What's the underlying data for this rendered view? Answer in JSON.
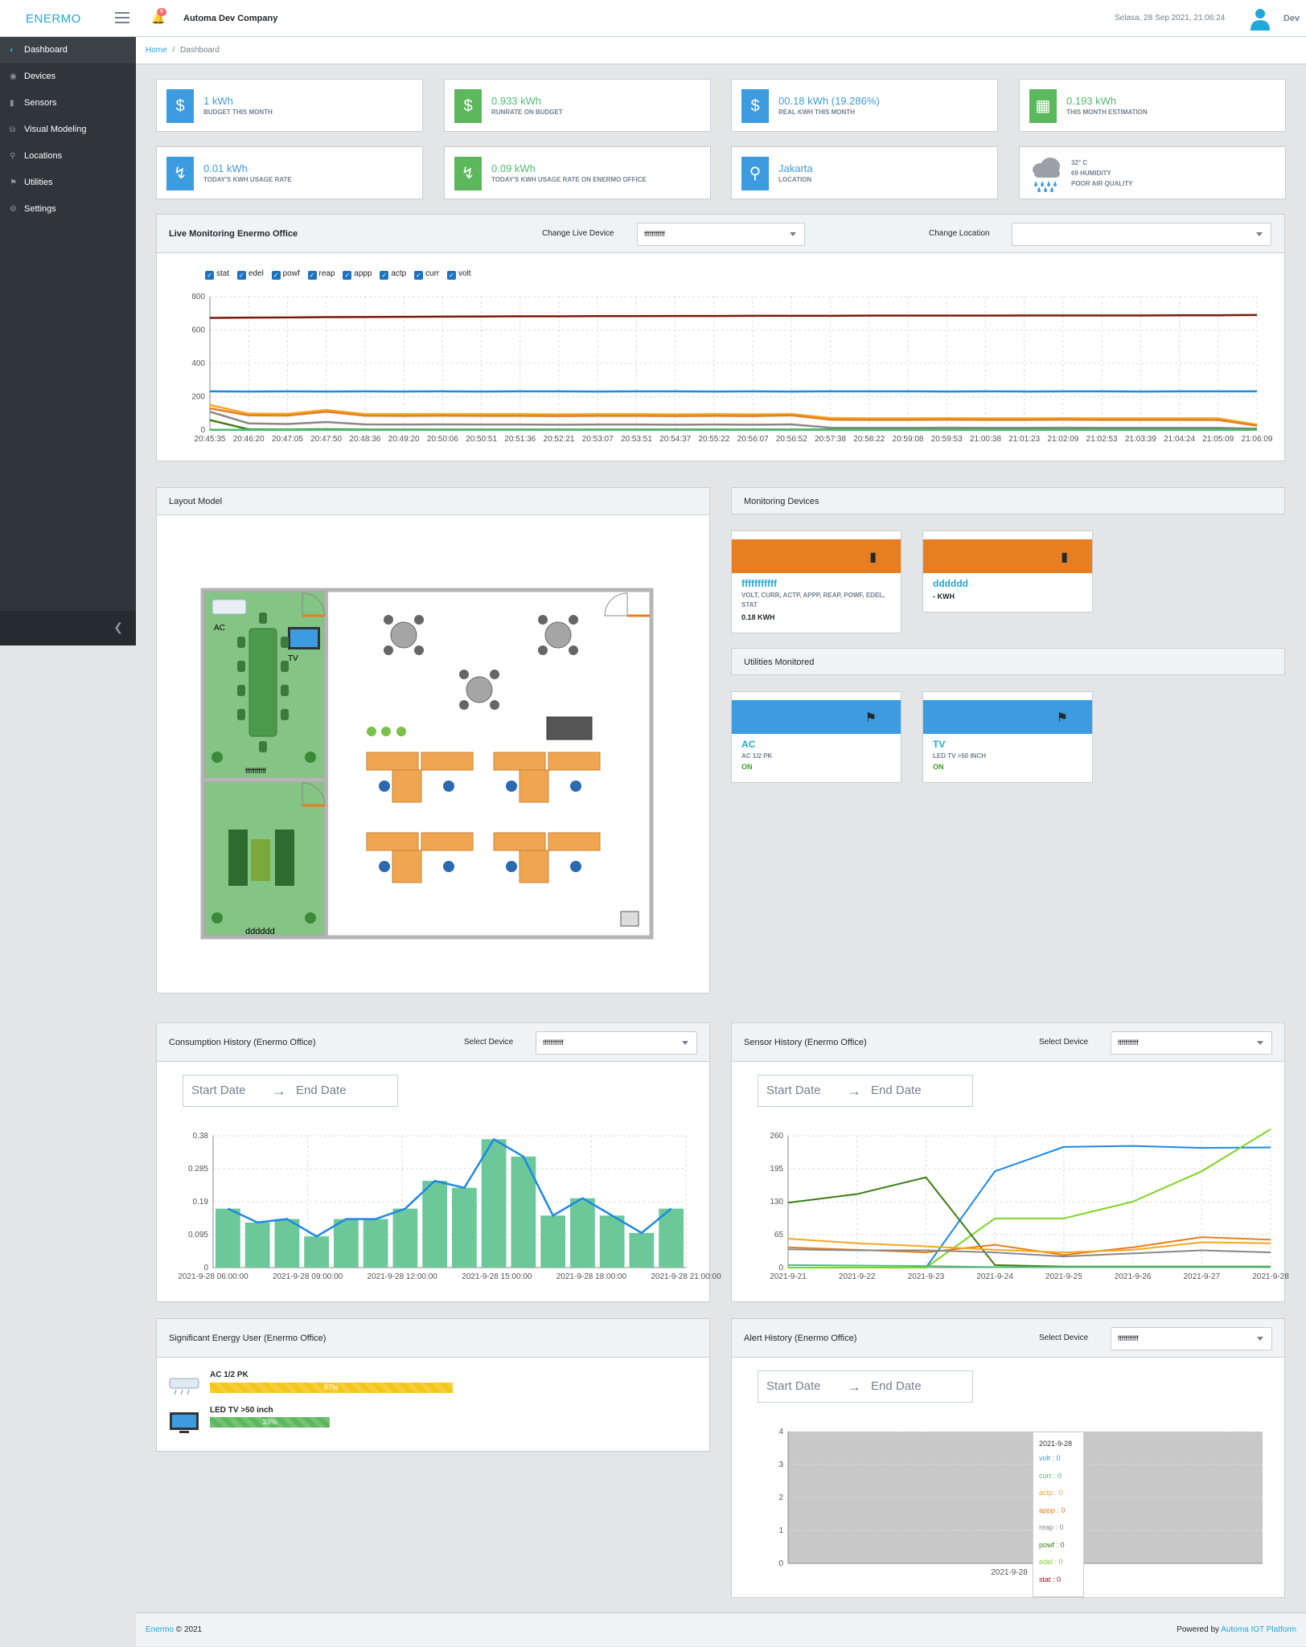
{
  "header": {
    "logo": "ENERMO",
    "notifications": "8",
    "company": "Automa Dev Company",
    "datetime": "Selasa, 28 Sep 2021, 21:06:24",
    "user": "Dev"
  },
  "sidebar": {
    "items": [
      {
        "label": "Dashboard",
        "icon": "gauge-icon",
        "active": true
      },
      {
        "label": "Devices",
        "icon": "device-icon"
      },
      {
        "label": "Sensors",
        "icon": "sensor-icon"
      },
      {
        "label": "Visual Modeling",
        "icon": "model-icon"
      },
      {
        "label": "Locations",
        "icon": "pin-icon"
      },
      {
        "label": "Utilities",
        "icon": "flag-icon"
      },
      {
        "label": "Settings",
        "icon": "cogs-icon"
      }
    ]
  },
  "breadcrumb": {
    "home": "Home",
    "sep": "/",
    "current": "Dashboard"
  },
  "stats": [
    {
      "value": "1 kWh",
      "label": "BUDGET THIS MONTH",
      "icon": "dollar-icon",
      "color": "#3d9be0"
    },
    {
      "value": "0.933 kWh",
      "label": "RUNRATE ON BUDGET",
      "icon": "dollar-icon",
      "color": "#5cb85c"
    },
    {
      "value": "00.18 kWh (19.286%)",
      "label": "REAL KWH THIS MONTH",
      "icon": "dollar-icon",
      "color": "#3d9be0"
    },
    {
      "value": "0.193 kWh",
      "label": "THIS MONTH ESTIMATION",
      "icon": "calculator-icon",
      "color": "#5cb85c"
    },
    {
      "value": "0.01 kWh",
      "label": "TODAY'S KWH USAGE RATE",
      "icon": "bolt-icon",
      "color": "#3d9be0"
    },
    {
      "value": "0.09 kWh",
      "label": "TODAY'S KWH USAGE RATE ON ENERMO OFFICE",
      "icon": "bolt-icon",
      "color": "#5cb85c"
    },
    {
      "value": "Jakarta",
      "label": "LOCATION",
      "icon": "pin-icon",
      "color": "#3d9be0"
    }
  ],
  "weather": {
    "temp": "32° C",
    "humidity": "69 HUMIDITY",
    "air": "POOR AIR QUALITY",
    "icon": "rain-cloud-icon"
  },
  "live": {
    "title": "Live Monitoring Enermo Office",
    "device_label": "Change Live Device",
    "device_value": "fffffffffff",
    "location_label": "Change Location",
    "location_value": ""
  },
  "live_legend": [
    "stat",
    "edel",
    "powf",
    "reap",
    "appp",
    "actp",
    "curr",
    "volt"
  ],
  "layout": {
    "title": "Layout Model",
    "ac": "AC",
    "tv": "TV",
    "room1": "fffffffffff",
    "room2": "dddddd"
  },
  "monitoring": {
    "title": "Monitoring Devices",
    "devices": [
      {
        "name": "fffffffffff",
        "sub": "VOLT, CURR, ACTP, APPP, REAP, POWF, EDEL, STAT",
        "value": "0.18 KWH"
      },
      {
        "name": "dddddd",
        "sub": "",
        "value": "- KWH"
      }
    ]
  },
  "utilities": {
    "title": "Utilities Monitored",
    "items": [
      {
        "name": "AC",
        "sub": "AC 1/2 PK",
        "status": "ON"
      },
      {
        "name": "TV",
        "sub": "LED TV >50 INCH",
        "status": "ON"
      }
    ]
  },
  "consumption": {
    "title": "Consumption History (Enermo Office)",
    "select_label": "Select Device",
    "select_value": "fffffffffff",
    "start": "Start Date",
    "arrow": "→",
    "end": "End Date"
  },
  "sensor": {
    "title": "Sensor History (Enermo Office)",
    "select_label": "Select Device",
    "select_value": "fffffffffff",
    "start": "Start Date",
    "arrow": "→",
    "end": "End Date"
  },
  "seu": {
    "title": "Significant Energy User (Enermo Office)",
    "items": [
      {
        "name": "AC 1/2 PK",
        "percent": 67,
        "label": "67%",
        "color": "#f5c518"
      },
      {
        "name": "LED TV >50 inch",
        "percent": 33,
        "label": "33%",
        "color": "#5cb85c"
      }
    ]
  },
  "alert": {
    "title": "Alert History (Enermo Office)",
    "select_label": "Select Device",
    "select_value": "fffffffffff",
    "start": "Start Date",
    "arrow": "→",
    "end": "End Date",
    "tooltip": {
      "date": "2021-9-28",
      "rows": [
        {
          "name": "volt",
          "value": "0",
          "color": "#3d9be0"
        },
        {
          "name": "curr",
          "value": "0",
          "color": "#4dbd74"
        },
        {
          "name": "actp",
          "value": "0",
          "color": "#f5a623"
        },
        {
          "name": "appp",
          "value": "0",
          "color": "#e67e22"
        },
        {
          "name": "reap",
          "value": "0",
          "color": "#888888"
        },
        {
          "name": "powf",
          "value": "0",
          "color": "#3a7d12"
        },
        {
          "name": "edel",
          "value": "0",
          "color": "#7ed321"
        },
        {
          "name": "stat",
          "value": "0",
          "color": "#a01010"
        }
      ]
    }
  },
  "footer": {
    "brand": "Enermo",
    "copy": "© 2021",
    "powered": "Powered by",
    "platform": "Automa IOT Platform"
  },
  "chart_data": [
    {
      "type": "line",
      "id": "live",
      "x": [
        "20:45:35",
        "20:46:20",
        "20:47:05",
        "20:47:50",
        "20:48:36",
        "20:49:20",
        "20:50:06",
        "20:50:51",
        "20:51:36",
        "20:52:21",
        "20:53:07",
        "20:53:51",
        "20:54:37",
        "20:55:22",
        "20:56:07",
        "20:56:52",
        "20:57:38",
        "20:58:22",
        "20:59:08",
        "20:59:53",
        "21:00:38",
        "21:01:23",
        "21:02:09",
        "21:02:53",
        "21:03:39",
        "21:04:24",
        "21:05:09",
        "21:06:09"
      ],
      "ylim": [
        0,
        800
      ],
      "yticks": [
        0,
        200,
        400,
        600,
        800
      ],
      "grid": true,
      "series": [
        {
          "name": "stat",
          "color": "#7b1a0a",
          "values": [
            672,
            674,
            675,
            677,
            678,
            679,
            680,
            681,
            682,
            682,
            683,
            683,
            684,
            684,
            685,
            685,
            685,
            686,
            686,
            686,
            686,
            687,
            687,
            687,
            687,
            688,
            688,
            690
          ]
        },
        {
          "name": "volt",
          "color": "#1e88e5",
          "values": [
            232,
            231,
            232,
            231,
            232,
            231,
            232,
            231,
            232,
            232,
            231,
            232,
            232,
            231,
            232,
            231,
            232,
            232,
            232,
            231,
            232,
            231,
            232,
            232,
            231,
            232,
            232,
            232
          ]
        },
        {
          "name": "actp",
          "color": "#f5a623",
          "values": [
            150,
            98,
            97,
            120,
            96,
            95,
            96,
            95,
            95,
            94,
            95,
            95,
            94,
            95,
            94,
            96,
            72,
            70,
            70,
            71,
            70,
            70,
            71,
            70,
            70,
            70,
            70,
            32
          ]
        },
        {
          "name": "appp",
          "color": "#e67e22",
          "values": [
            130,
            88,
            87,
            110,
            86,
            85,
            86,
            85,
            85,
            84,
            85,
            85,
            84,
            85,
            84,
            88,
            62,
            61,
            61,
            62,
            61,
            61,
            62,
            61,
            61,
            61,
            60,
            26
          ]
        },
        {
          "name": "reap",
          "color": "#888888",
          "values": [
            110,
            40,
            36,
            48,
            34,
            33,
            34,
            33,
            33,
            32,
            33,
            33,
            32,
            33,
            32,
            34,
            14,
            13,
            13,
            14,
            13,
            13,
            14,
            13,
            13,
            13,
            13,
            8
          ]
        },
        {
          "name": "powf",
          "color": "#3a7d12",
          "values": [
            60,
            4,
            3,
            5,
            3,
            3,
            3,
            3,
            3,
            3,
            3,
            3,
            3,
            3,
            3,
            3,
            3,
            3,
            3,
            3,
            3,
            3,
            3,
            3,
            3,
            3,
            3,
            3
          ]
        },
        {
          "name": "edel",
          "color": "#7ed321",
          "values": [
            2,
            1,
            1,
            1,
            1,
            1,
            1,
            1,
            1,
            1,
            1,
            1,
            1,
            1,
            1,
            1,
            1,
            1,
            1,
            1,
            1,
            1,
            1,
            1,
            1,
            1,
            1,
            1
          ]
        },
        {
          "name": "curr",
          "color": "#4dbd74",
          "values": [
            1,
            1,
            1,
            1,
            1,
            1,
            1,
            1,
            1,
            1,
            1,
            1,
            1,
            1,
            1,
            1,
            1,
            1,
            1,
            1,
            1,
            1,
            1,
            1,
            1,
            1,
            1,
            1
          ]
        }
      ]
    },
    {
      "type": "bar",
      "id": "consumption",
      "x": [
        "2021-9-28 06:00:00",
        "2021-9-28 09:00:00",
        "2021-9-28 12:00:00",
        "2021-9-28 15:00:00",
        "2021-9-28 18:00:00",
        "2021-9-28 21:00:00"
      ],
      "values": [
        0.17,
        0.13,
        0.14,
        0.09,
        0.14,
        0.14,
        0.17,
        0.25,
        0.23,
        0.37,
        0.32,
        0.15,
        0.2,
        0.15,
        0.1,
        0.17
      ],
      "line": [
        0.17,
        0.13,
        0.14,
        0.09,
        0.14,
        0.14,
        0.17,
        0.25,
        0.23,
        0.37,
        0.32,
        0.15,
        0.2,
        0.15,
        0.1,
        0.17
      ],
      "ylim": [
        0,
        0.38
      ],
      "yticks": [
        "0",
        "0.095",
        "0.19",
        "0.285",
        "0.38"
      ],
      "bar_color": "#6cc799",
      "line_color": "#1e88e5"
    },
    {
      "type": "line",
      "id": "sensor",
      "x": [
        "2021-9-21",
        "2021-9-22",
        "2021-9-23",
        "2021-9-24",
        "2021-9-25",
        "2021-9-26",
        "2021-9-27",
        "2021-9-28"
      ],
      "ylim": [
        0,
        260
      ],
      "yticks": [
        "0",
        "65",
        "130",
        "195",
        "260"
      ],
      "series": [
        {
          "name": "volt",
          "color": "#1e88e5",
          "values": [
            0,
            0,
            0,
            190,
            238,
            240,
            236,
            237
          ]
        },
        {
          "name": "edel",
          "color": "#7ed321",
          "values": [
            0,
            0,
            0,
            97,
            97,
            130,
            190,
            288
          ]
        },
        {
          "name": "powf",
          "color": "#3a7d12",
          "values": [
            128,
            145,
            178,
            5,
            2,
            2,
            2,
            2
          ]
        },
        {
          "name": "appp",
          "color": "#e67e22",
          "values": [
            40,
            35,
            30,
            45,
            25,
            40,
            60,
            55
          ]
        },
        {
          "name": "actp",
          "color": "#f5a623",
          "values": [
            57,
            48,
            42,
            35,
            30,
            35,
            50,
            48
          ]
        },
        {
          "name": "reap",
          "color": "#888888",
          "values": [
            36,
            34,
            34,
            30,
            22,
            28,
            34,
            30
          ]
        },
        {
          "name": "curr",
          "color": "#4dbd74",
          "values": [
            5,
            4,
            3,
            1,
            1,
            1,
            1,
            1
          ]
        }
      ]
    },
    {
      "type": "line",
      "id": "alert",
      "x": [
        "2021-9-28"
      ],
      "ylim": [
        0,
        4
      ],
      "yticks": [
        "0",
        "1",
        "2",
        "3",
        "4"
      ],
      "series": []
    }
  ]
}
